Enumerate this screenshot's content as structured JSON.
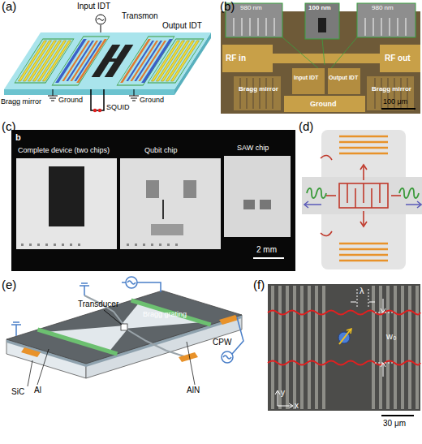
{
  "diagram": {
    "labels": [
      "(a)",
      "Input IDT",
      "Transmon",
      "Output IDT",
      "Bragg mirror",
      "Ground",
      "SQUID",
      "Ground",
      "(b)",
      "980 nm",
      "100 nm",
      "980 nm",
      "RF in",
      "RF out",
      "Bragg mirror",
      "Input IDT",
      "Output IDT",
      "Bragg mirror",
      "Ground",
      "100 μm",
      "(c)",
      "b",
      "Complete device (two chips)",
      "Qubit chip",
      "SAW chip",
      "2 mm",
      "(d)",
      "(e)",
      "Transducer",
      "Bragg grating",
      "CPW",
      "Al",
      "AlN",
      "SiC",
      "(f)",
      "λ",
      "w₀",
      "y",
      "x",
      "30 μm"
    ]
  }
}
